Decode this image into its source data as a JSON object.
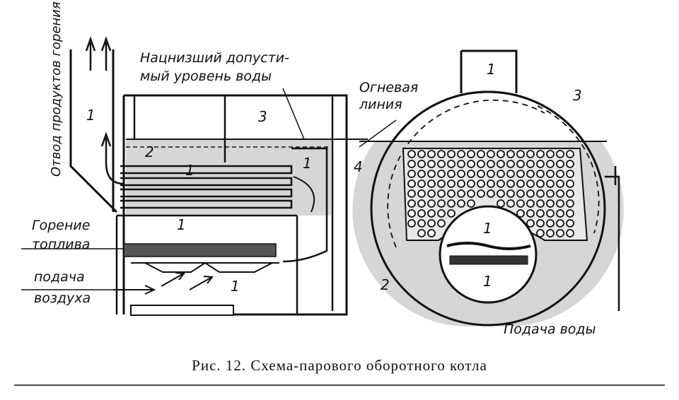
{
  "labels": {
    "flue": "Отвод продуктов горения",
    "lowest_level": "Нацнизший допусти-\nмый уровень воды",
    "fire_line": "Огневая\nлиния",
    "combustion": "Горение\nтоплива",
    "air_supply": "подача\nвоздуха",
    "water_supply": "Подача воды"
  },
  "numbers": {
    "n1": "1",
    "n2": "2",
    "n3": "3",
    "n4": "4"
  },
  "caption": "Рис. 12. Схема-парового оборотного котла",
  "colors": {
    "ink": "#111111",
    "water": "#d6d6d6",
    "paper": "#ffffff"
  }
}
